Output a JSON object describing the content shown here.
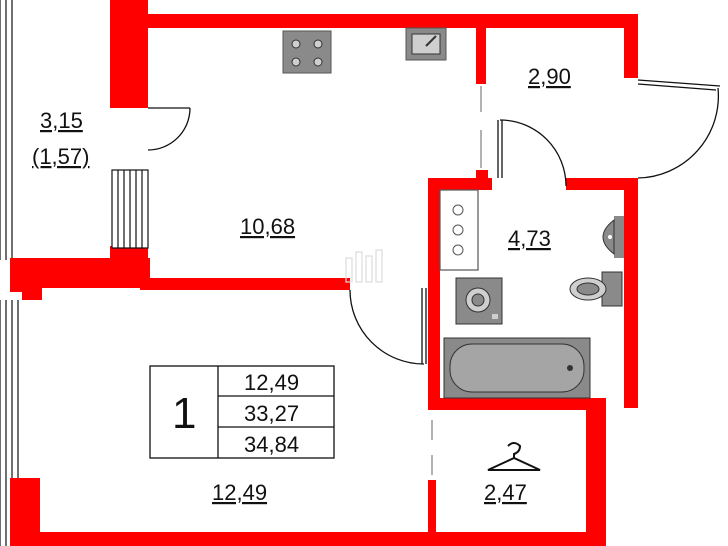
{
  "colors": {
    "wall": "#ff0000",
    "fixture": "#8a8a8a",
    "fixture_light": "#cfcfcf",
    "line": "#111111"
  },
  "rooms": {
    "balcony": {
      "area": "3,15",
      "coef_area": "(1,57)"
    },
    "kitchen": {
      "area": "10,68"
    },
    "hall": {
      "area": "2,90"
    },
    "bathroom": {
      "area": "4,73"
    },
    "living": {
      "area": "12,49"
    },
    "wardrobe": {
      "area": "2,47"
    }
  },
  "summary": {
    "rooms_count": "1",
    "living_area": "12,49",
    "total_area": "33,27",
    "total_area_with_balcony": "34,84"
  },
  "icons": [
    "stove-icon",
    "sink-icon",
    "washbasin-icon",
    "toilet-icon",
    "washing-machine-icon",
    "bathtub-icon",
    "shower-tray-icon",
    "hanger-icon",
    "door-swing-icon",
    "window-icon"
  ]
}
